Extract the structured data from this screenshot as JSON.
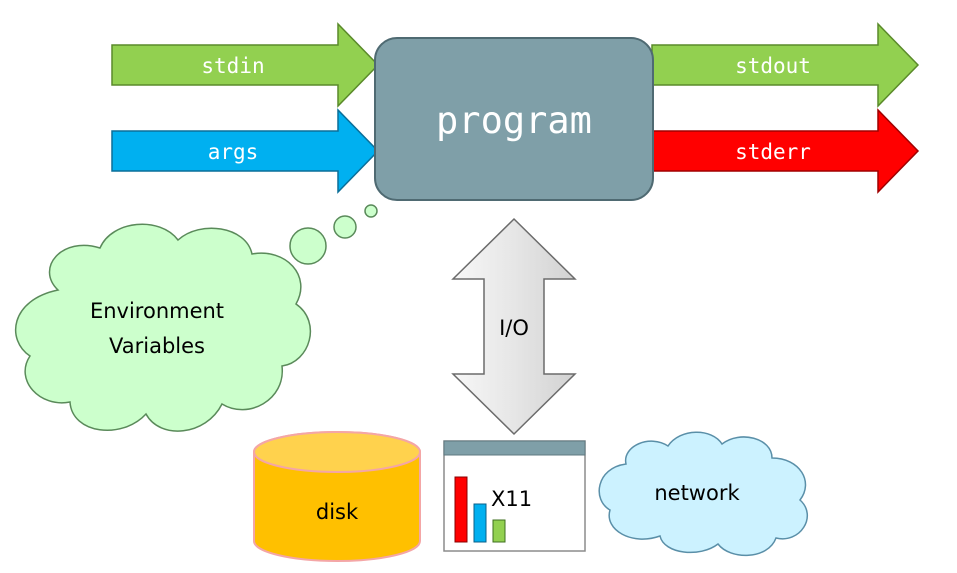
{
  "program": {
    "label": "program"
  },
  "inputs": {
    "stdin": {
      "label": "stdin",
      "color": "#92D050"
    },
    "args": {
      "label": "args",
      "color": "#00B0F0"
    }
  },
  "outputs": {
    "stdout": {
      "label": "stdout",
      "color": "#92D050"
    },
    "stderr": {
      "label": "stderr",
      "color": "#FF0000"
    }
  },
  "environment": {
    "line1": "Environment",
    "line2": "Variables",
    "color": "#CCFFCC"
  },
  "io": {
    "label": "I/O"
  },
  "resources": {
    "disk": {
      "label": "disk",
      "color": "#FFC000"
    },
    "x11": {
      "label": "X11"
    },
    "network": {
      "label": "network",
      "color": "#CCF2FF"
    }
  }
}
